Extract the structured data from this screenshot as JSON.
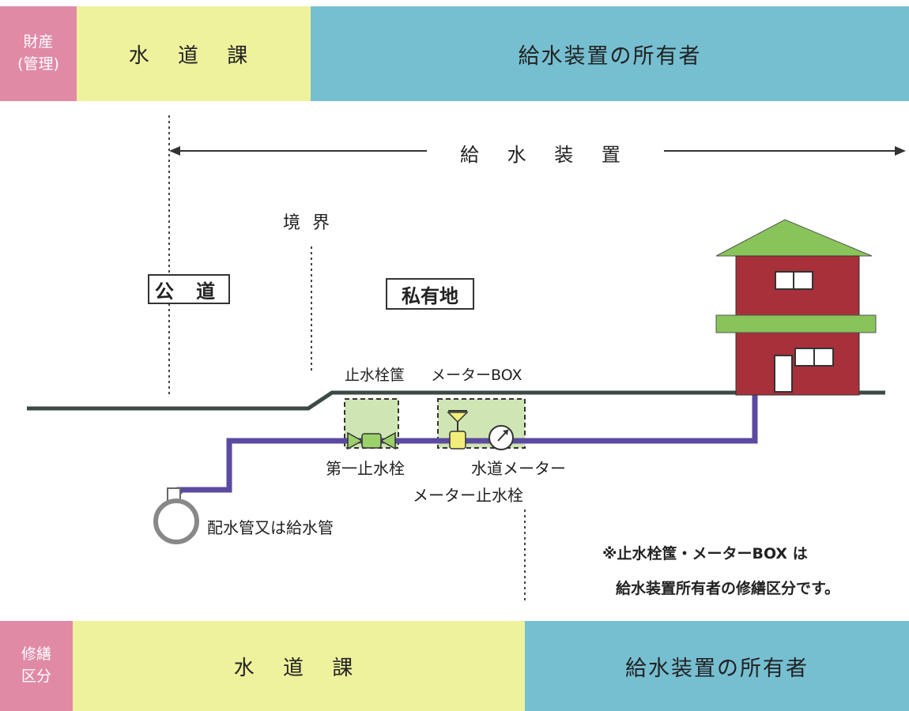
{
  "top_band": {
    "category_label": [
      "財産",
      "(管理)"
    ],
    "left": "水 道 課",
    "right": "給水装置の所有者"
  },
  "bottom_band": {
    "category_label": [
      "修繕",
      "区分"
    ],
    "left": "水 道 課",
    "right": "給水装置の所有者"
  },
  "diagram": {
    "supply_equipment": "給 水 装 置",
    "boundary": "境 界",
    "public_road": "公 道",
    "private_land": "私有地",
    "stop_valve_box": "止水栓筺",
    "meter_box": "メーターBOX",
    "first_stop_valve": "第一止水栓",
    "water_meter": "水道メーター",
    "meter_stop_valve": "メーター止水栓",
    "main_pipe": "配水管又は給水管"
  },
  "note": {
    "line1": "※止水栓筺・メーターBOX は",
    "line2": "給水装置所有者の修繕区分です。"
  },
  "colors": {
    "pink": "#e08aa6",
    "yellow": "#eef29c",
    "blue": "#76bfd1",
    "pipe": "#5b4aa0",
    "house_red": "#a8303a",
    "roof_green": "#88c45a",
    "box_green": "#cfe6b4"
  }
}
